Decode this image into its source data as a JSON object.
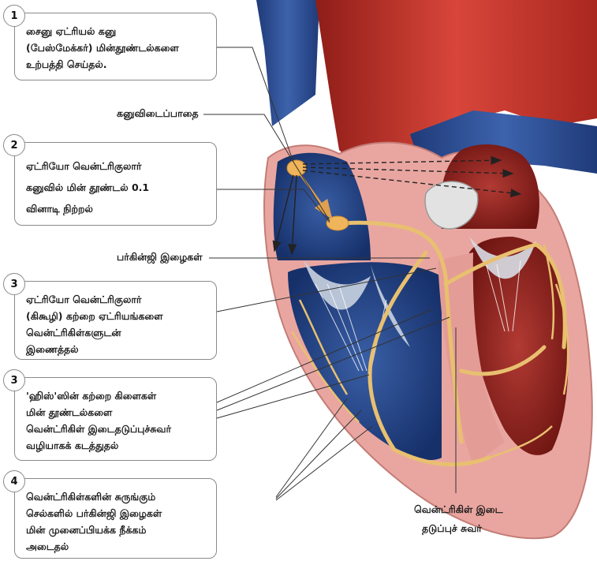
{
  "steps": [
    {
      "number": "1",
      "lines": [
        "சைனு ஏட்ரியல் கனு",
        "(பேஸ்மேக்கர்) மின்தூண்டல்களை",
        "உற்பத்தி செய்தல்."
      ]
    },
    {
      "number": "2",
      "lines": [
        "ஏட்ரியோ வென்ட்ரிகுலார்",
        "கனுவில் மின் தூண்டல் 0.1",
        "வினாடி நிற்றல்"
      ]
    },
    {
      "number": "3",
      "lines": [
        "ஏட்ரியோ வென்ட்ரிகுலார்",
        "(கிகூழி) கற்றை ஏட்ரியங்களை",
        "வென்ட்ரிகிள்களுடன்",
        "இணைத்தல்"
      ]
    },
    {
      "number": "3",
      "lines": [
        "'ஹிஸ்'ஸின் கற்றை கிளைகள்",
        "மின் தூண்டல்களை",
        "வென்ட்ரிகிள் இடைதடுப்புச்சுவர்",
        "வழியாகக் கடத்துதல்"
      ]
    },
    {
      "number": "4",
      "lines": [
        "வென்ட்ரிகிள்களின் சுருங்கும்",
        "செல்களில் பர்கின்ஜி இழைகள்",
        "மின் முனைப்பியக்க நீக்கம்",
        "அடைதல்"
      ]
    }
  ],
  "labels": {
    "internodal_pathway": "கனுவிடைப்பாதை",
    "purkinje_fibers": "பர்கின்ஜி இழைகள்",
    "septum_line1": "வென்ட்ரிகிள் இடை",
    "septum_line2": "தடுப்புச் சுவர்"
  },
  "colors": {
    "aorta_red": "#c8372d",
    "vein_blue": "#2e4f93",
    "muscle_pink": "#e9a6a0",
    "chamber_dark_blue": "#203a7a",
    "chamber_dark_red": "#8c1f1b",
    "conduction_yellow": "#e8c070",
    "box_border": "#8a8a8a"
  }
}
